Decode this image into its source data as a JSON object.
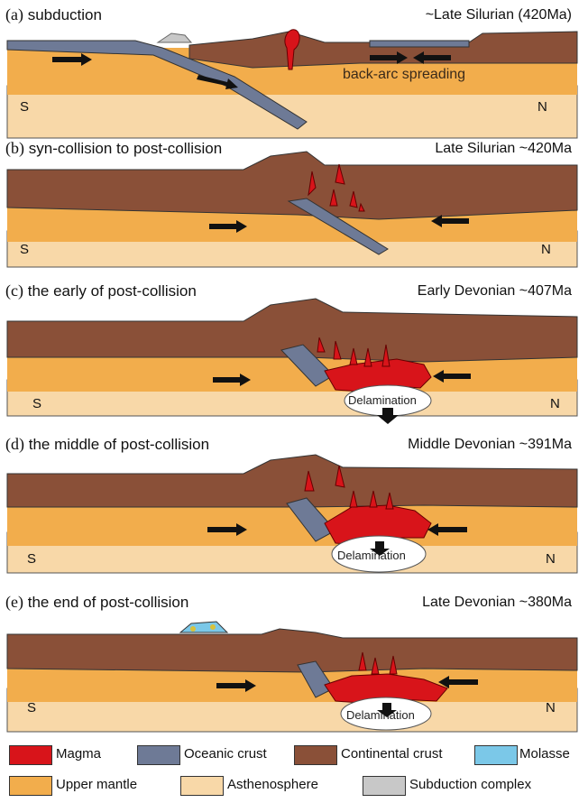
{
  "panels": [
    {
      "letter": "(a)",
      "title": "subduction",
      "age": "~Late Silurian (420Ma)",
      "south": "S",
      "north": "N",
      "note": "back-arc spreading"
    },
    {
      "letter": "(b)",
      "title": "syn-collision to  post-collision",
      "age": "Late Silurian ~420Ma",
      "south": "S",
      "north": "N"
    },
    {
      "letter": "(c)",
      "title": "the early of post-collision",
      "age": "Early Devonian ~407Ma",
      "south": "S",
      "north": "N",
      "delam": "Delamination"
    },
    {
      "letter": "(d)",
      "title": "the middle  of  post-collision",
      "age": "Middle Devonian ~391Ma",
      "south": "S",
      "north": "N",
      "delam": "Delamination"
    },
    {
      "letter": "(e)",
      "title": "the end of  post-collision",
      "age": "Late Devonian ~380Ma",
      "south": "S",
      "north": "N",
      "delam": "Delamination"
    }
  ],
  "legend": [
    {
      "label": "Magma",
      "color": "#d8141a"
    },
    {
      "label": "Oceanic crust",
      "color": "#6e7a96"
    },
    {
      "label": "Continental crust",
      "color": "#8a5038"
    },
    {
      "label": "Molasse",
      "color": "#7bc8e8"
    },
    {
      "label": "Upper mantle",
      "color": "#f2ad4c"
    },
    {
      "label": "Asthenosphere",
      "color": "#f8d8a8"
    },
    {
      "label": "Subduction complex",
      "color": "#c8c8c8"
    }
  ]
}
